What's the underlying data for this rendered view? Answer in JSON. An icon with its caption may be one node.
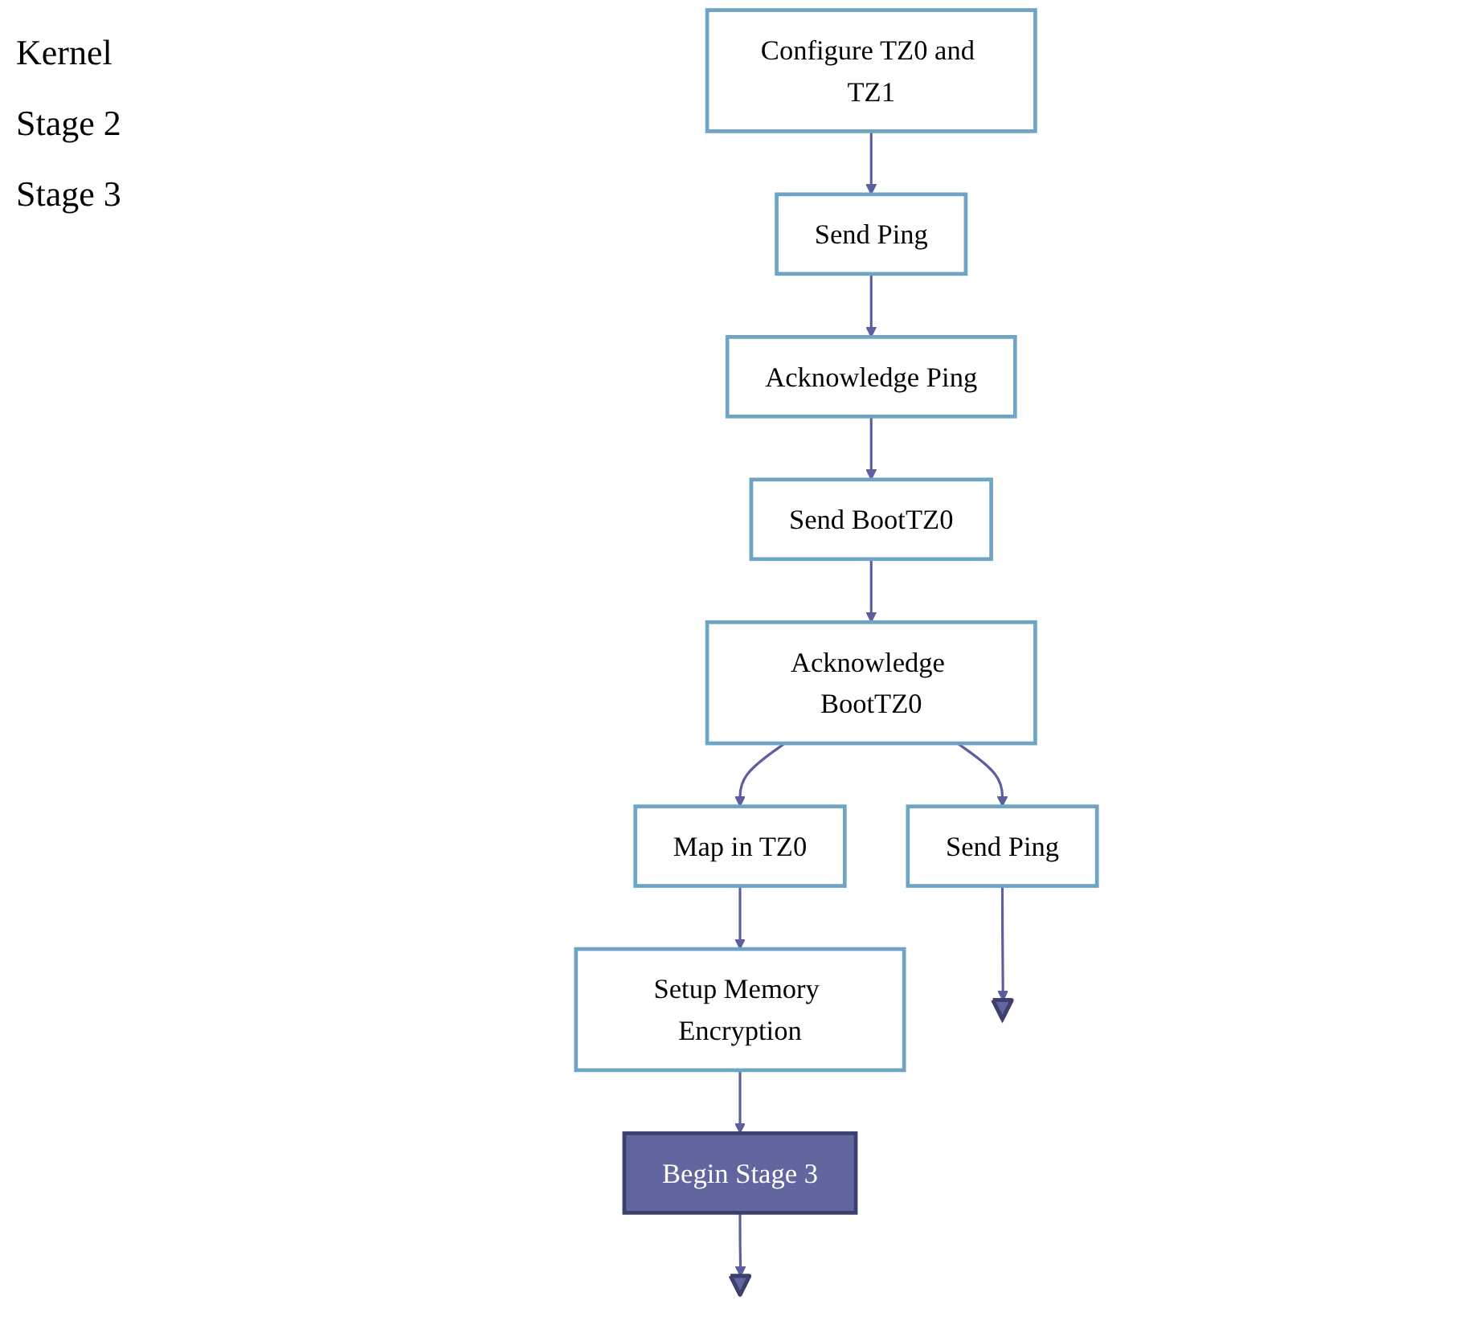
{
  "diagram": {
    "nodes": [
      {
        "text": [
          "Configure TZ0 and TZ1"
        ]
      },
      {
        "text": [
          "Send Ping"
        ]
      },
      {
        "text": [
          "Acknowledge Ping"
        ]
      },
      {
        "text": [
          "Send BootTZ0"
        ]
      },
      {
        "text": [
          "Acknowledge BootTZ0"
        ]
      },
      {
        "text": [
          "Send Ping"
        ]
      },
      {
        "text": [
          "Map in TZ0"
        ]
      },
      {
        "text": [
          "Setup Memory Encryption"
        ]
      },
      {
        "text": [
          "Begin Stage 3"
        ]
      },
      {
        "text": [],
        "shape": "pentagon"
      },
      {
        "text": [],
        "shape": "pentagon"
      }
    ],
    "edges": [
      {
        "from": 0,
        "to": 1,
        "arrow": "to"
      },
      {
        "from": 1,
        "to": 2,
        "arrow": "to"
      },
      {
        "from": 2,
        "to": 3,
        "arrow": "to"
      },
      {
        "from": 3,
        "to": 4,
        "arrow": "to"
      },
      {
        "from": 4,
        "to": 5,
        "arrow": "to"
      },
      {
        "from": 4,
        "to": 6,
        "arrow": "to"
      },
      {
        "from": 6,
        "to": 7,
        "arrow": "to"
      },
      {
        "from": 7,
        "to": 8,
        "arrow": "to"
      },
      {
        "from": 8,
        "to": 9,
        "arrow": "to"
      },
      {
        "from": 5,
        "to": 10,
        "arrow": "to"
      }
    ],
    "labels": [
      "Kernel",
      "Stage 2",
      "Stage 3"
    ]
  }
}
